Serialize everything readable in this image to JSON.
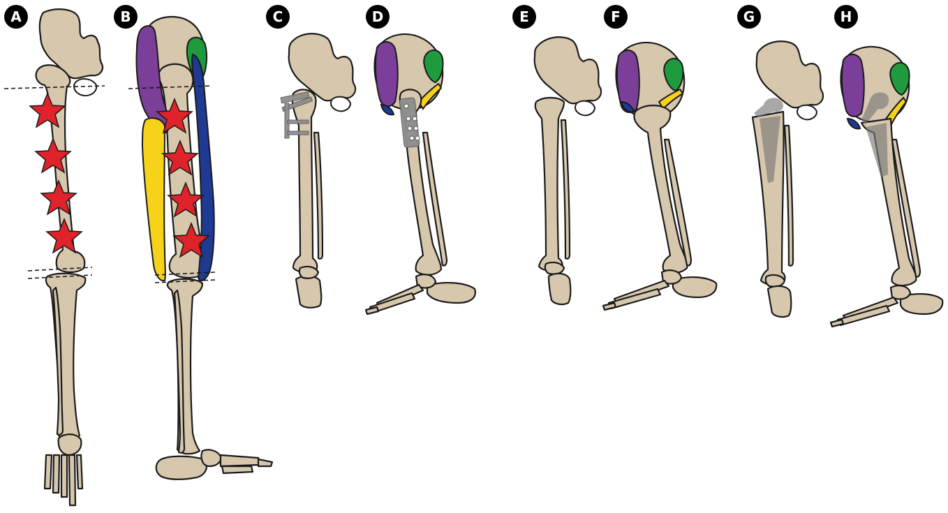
{
  "panels": [
    {
      "label": "A"
    },
    {
      "label": "B"
    },
    {
      "label": "C"
    },
    {
      "label": "D"
    },
    {
      "label": "E"
    },
    {
      "label": "F"
    },
    {
      "label": "G"
    },
    {
      "label": "H"
    }
  ],
  "colors": {
    "bone": "#d6c7ad",
    "outline": "#1a1a1a",
    "purple": "#7b3f99",
    "green": "#1f9a3c",
    "yellow": "#f6d21a",
    "blue": "#1f3a93",
    "star": "#e0222a",
    "implant": "#8e8e8e",
    "badge": "#000000",
    "badge_text": "#ffffff"
  }
}
